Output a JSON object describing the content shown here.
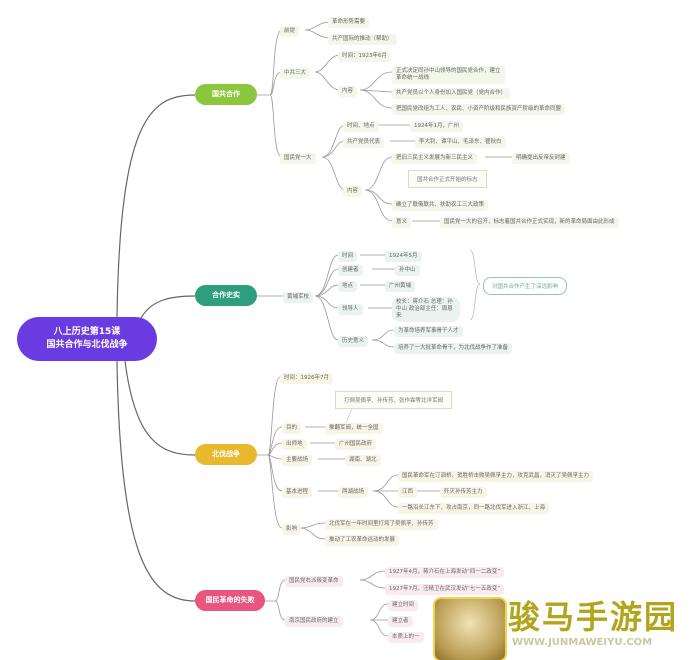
{
  "root": {
    "line1": "八上历史第15课",
    "line2": "国共合作与北伐战争"
  },
  "branches": {
    "coop": {
      "label": "国共合作",
      "color": "#8cc63f",
      "premise": {
        "label": "前提",
        "items": [
          "革命形势需要",
          "共产国际的推动（帮助）"
        ]
      },
      "ccp3": {
        "label": "中共三大",
        "time": "时间：1923年6月",
        "content_label": "内容",
        "contents": [
          "正式决定同孙中山领导的国民党合作，建立革命统一战线",
          "共产党员以个人身份加入国民党（党内合作）",
          "把国民党改组为工人、农民、小资产阶级和民族资产阶级的革命同盟"
        ]
      },
      "kmt1": {
        "label": "国民党一大",
        "time_place": "时间、地点",
        "time_place_val": "1924年1月，广州",
        "reps": "共产党员代表",
        "reps_val": "李大钊、谭平山、毛泽东、瞿秋白",
        "content_label": "内容",
        "c1": "把旧三民主义发展为新三民主义",
        "c1_val": "明确提出反帝反封建",
        "callout": "国共合作正式开始的标志",
        "c2": "确立了联俄联共、扶助农工三大政策",
        "meaning": "意义",
        "meaning_val": "国民党一大的召开，标志着国共合作正式实现，新的革命局面由此形成"
      }
    },
    "facts": {
      "label": "合作史实",
      "color": "#2f9e7e",
      "school": "黄埔军校",
      "rows": [
        {
          "k": "时间",
          "v": "1924年5月"
        },
        {
          "k": "创建者",
          "v": "孙中山"
        },
        {
          "k": "地点",
          "v": "广州黄埔"
        },
        {
          "k": "领导人",
          "v": "校长：蒋介石 总理：孙中山 政治部主任：周恩来"
        }
      ],
      "callout": "对国共合作产生了深远影响",
      "significance": "历史意义",
      "sig_items": [
        "为革命培养军事骨干人才",
        "培养了一大批革命骨干，为北伐战争作了准备"
      ]
    },
    "north": {
      "label": "北伐战争",
      "color": "#e8b92f",
      "time": "时间：1926年7月",
      "callout": "打倒吴佩孚、孙传芳、张作霖等北洋军阀",
      "rows": [
        {
          "k": "目的",
          "v": "推翻军阀，统一全国"
        },
        {
          "k": "出师地",
          "v": "广州国民政府"
        },
        {
          "k": "主要战场",
          "v": "湖南、湖北"
        }
      ],
      "process": "基本进程",
      "hunan": "两湖战场",
      "process_items": [
        "国民革命军在汀泗桥、贺胜桥击败吴佩孚主力，攻克武昌，消灭了吴佩孚主力",
        "江西",
        "一路沿长江东下，攻占南京，同一路北伐军进入浙江、上海"
      ],
      "jiangxi_val": "歼灭孙传芳主力",
      "impact": "影响",
      "impact_items": [
        "北伐军在一年时间里打垮了吴佩孚、孙传芳",
        "推动了工农革命运动的发展"
      ]
    },
    "fail": {
      "label": "国民革命的失败",
      "color": "#e8567f",
      "right": "国民党右派叛变革命",
      "right_items": [
        "1927年4月，蒋介石在上海发动“四一二政变”",
        "1927年7月，汪精卫在武汉发动“七一五政变”"
      ],
      "nanjing": "南京国民政府的建立",
      "nanjing_items": [
        "建立时间",
        "建立者",
        "本质上的一"
      ]
    }
  },
  "watermark": {
    "title": "骏马手游园",
    "url": "WWW.JUNMAWEIYU.COM"
  }
}
